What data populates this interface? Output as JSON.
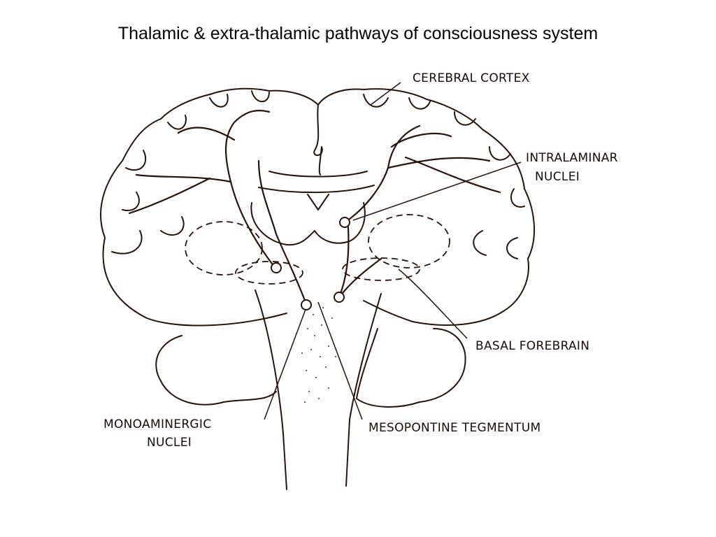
{
  "title": "Thalamic & extra-thalamic pathways of consciousness system",
  "labels": {
    "cerebral_cortex": "CEREBRAL CORTEX",
    "intralaminar_line1": "INTRALAMINAR",
    "intralaminar_line2": "NUCLEI",
    "basal_forebrain": "BASAL FOREBRAIN",
    "monoaminergic_line1": "MONOAMINERGIC",
    "monoaminergic_line2": "NUCLEI",
    "mesopontine": "MESOPONTINE TEGMENTUM"
  }
}
